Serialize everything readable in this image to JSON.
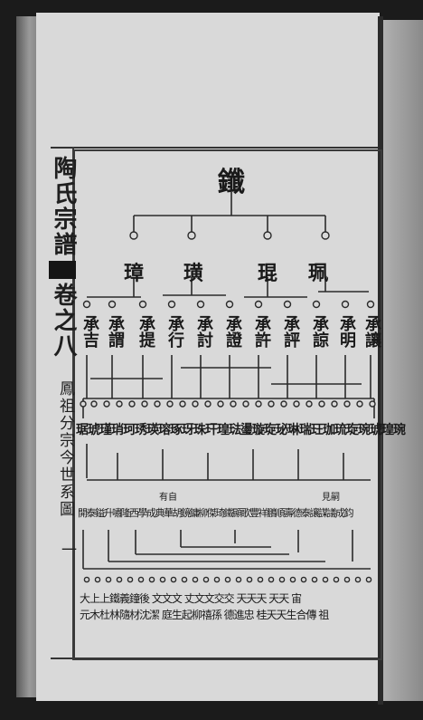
{
  "margin": {
    "title": "陶氏宗譜",
    "juan": "卷之八",
    "subtitle": "鳳祖分宗今世系圖",
    "page_number": "一"
  },
  "chart": {
    "top_name": "鑯",
    "second_generation": [
      "珮",
      "琨",
      "璜",
      "璋"
    ],
    "third_generation": [
      "承讓",
      "承明",
      "承諒",
      "承評",
      "承許",
      "承證",
      "承討",
      "承行",
      "承提",
      "承謂",
      "承吉"
    ],
    "fourth_generation_row": "琚琥瑾琑珂琇瑛瑢琢玡珠玕瑝琺璗璇琁珌琳瑞玨珈琉琁琬琥瑝琬",
    "note_right": "見嗣",
    "note_left": "有自",
    "fifth_generation_row": "開泰鎰升嘯隆西學成典華胡鏡鏞柳傑琦鐵顯歌豐祥鵬順壽德泰讓謀議成鈞",
    "sixth_generation_row_1": "大上上鐵義鐘後 文文文 丈文文交交 天天天 天天 宙",
    "sixth_generation_row_2": "元木杜林隨材沈潔 庭生起柳禧孫 德進忠 桂天天生合傳 祖"
  }
}
